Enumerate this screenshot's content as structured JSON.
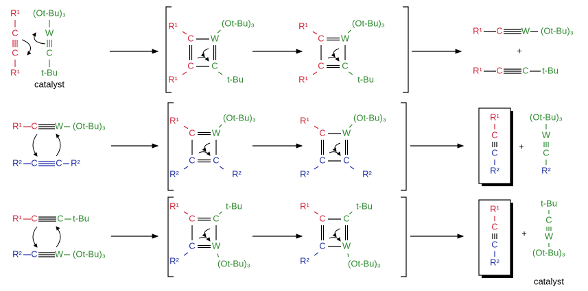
{
  "title": "Alkyne metathesis mechanism with tungsten alkylidyne catalyst",
  "labels": {
    "R1": "R¹",
    "R2": "R²",
    "C": "C",
    "W": "W",
    "OtBu3": "(Ot-Bu)₃",
    "tBu": "t-Bu",
    "catalyst": "catalyst",
    "plus": "+"
  },
  "colors": {
    "r1": "#d0283c",
    "r2": "#1f2fa8",
    "metal": "#2f8a2f",
    "ink": "#000000"
  }
}
